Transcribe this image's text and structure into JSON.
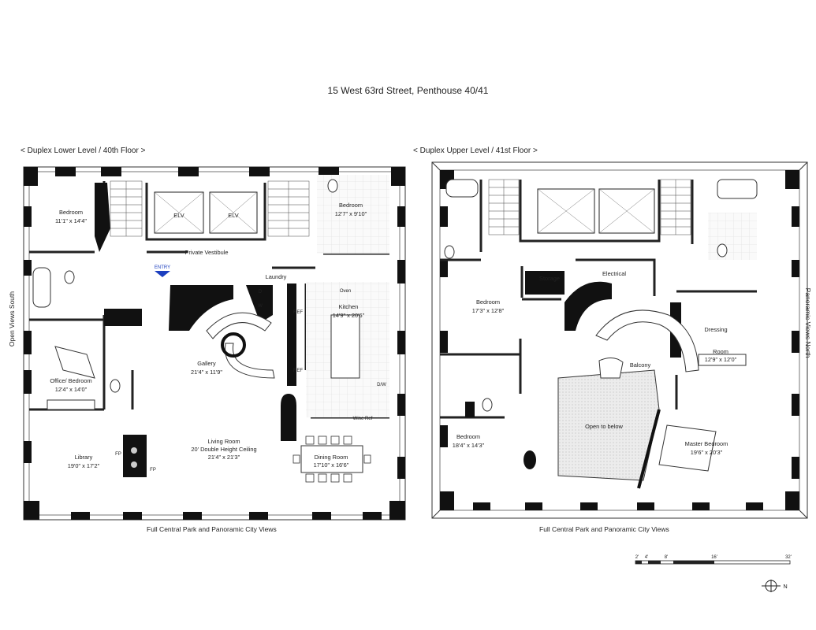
{
  "title": "15 West 63rd Street, Penthouse 40/41",
  "lower": {
    "heading": "< Duplex Lower Level / 40th Floor >",
    "caption": "Full Central Park and Panoramic City Views",
    "side": "Open Views South",
    "rooms": [
      {
        "name": "Bedroom",
        "dims": "11'1\" x 14'4\""
      },
      {
        "name": "Bedroom",
        "dims": "12'7\" x 9'10\""
      },
      {
        "name": "Private Vestibule"
      },
      {
        "name": "ELV"
      },
      {
        "name": "ELV"
      },
      {
        "name": "ENTRY"
      },
      {
        "name": "Laundry"
      },
      {
        "name": "Oven"
      },
      {
        "name": "Kitchen",
        "dims": "14'9\" x 20'6\""
      },
      {
        "name": "REF"
      },
      {
        "name": "REF"
      },
      {
        "name": "D/W"
      },
      {
        "name": "Wine Ref"
      },
      {
        "name": "Gallery",
        "dims": "21'4\" x 11'9\""
      },
      {
        "name": "Office/ Bedroom",
        "dims": "12'4\" x 14'0\""
      },
      {
        "name": "Living Room",
        "line2": "20' Double Height Ceiling",
        "dims": "21'4\" x 21'3\""
      },
      {
        "name": "Dining Room",
        "dims": "17'10\" x 16'6\""
      },
      {
        "name": "Library",
        "dims": "19'0\" x 17'2\""
      },
      {
        "name": "FP"
      },
      {
        "name": "FP"
      },
      {
        "name": "D"
      },
      {
        "name": "W"
      }
    ]
  },
  "upper": {
    "heading": "< Duplex Upper Level / 41st Floor >",
    "caption": "Full Central Park and Panoramic City Views",
    "side": "Panoramic Views North",
    "rooms": [
      {
        "name": "Storage"
      },
      {
        "name": "Electrical"
      },
      {
        "name": "Bedroom",
        "dims": "17'3\" x 12'8\""
      },
      {
        "name": "Dressing"
      },
      {
        "name": "Room",
        "dims": "12'9\" x 12'0\""
      },
      {
        "name": "Balcony"
      },
      {
        "name": "Open to below"
      },
      {
        "name": "Bedroom",
        "dims": "18'4\" x 14'3\""
      },
      {
        "name": "Master Bedroom",
        "dims": "19'6\" x 20'3\""
      }
    ]
  },
  "scale": {
    "ticks": [
      "2'",
      "4'",
      "8'",
      "16'",
      "32'"
    ]
  },
  "compass": {
    "label": "N"
  }
}
